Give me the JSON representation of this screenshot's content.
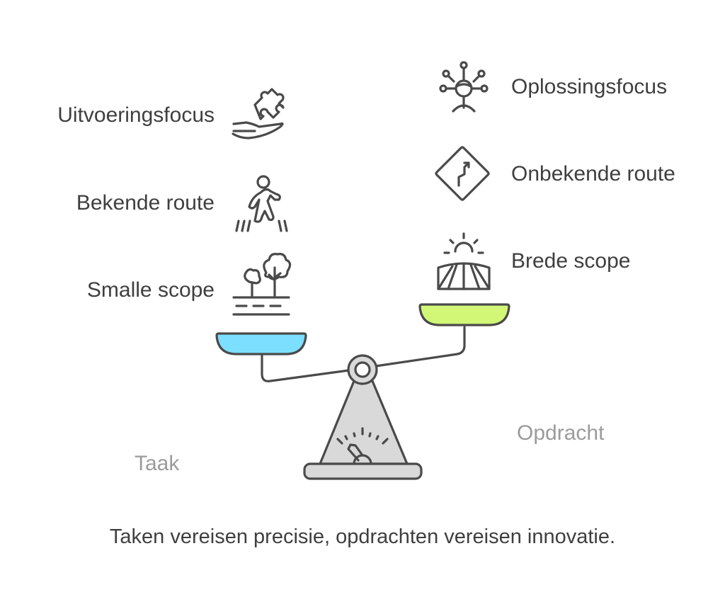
{
  "left_items": [
    {
      "label": "Uitvoeringsfocus",
      "icon": "hand-puzzle-icon"
    },
    {
      "label": "Bekende route",
      "icon": "walking-person-icon"
    },
    {
      "label": "Smalle scope",
      "icon": "trees-road-icon"
    }
  ],
  "right_items": [
    {
      "label": "Oplossingsfocus",
      "icon": "person-network-icon"
    },
    {
      "label": "Onbekende route",
      "icon": "winding-road-sign-icon"
    },
    {
      "label": "Brede scope",
      "icon": "sunrise-field-icon"
    }
  ],
  "left_side_label": "Taak",
  "right_side_label": "Opdracht",
  "caption": "Taken vereisen precisie, opdrachten vereisen innovatie.",
  "colors": {
    "left_pan": "#7ddfff",
    "right_pan": "#d2f777",
    "stand": "#d9d9d9",
    "stroke": "#4a4a4a"
  }
}
